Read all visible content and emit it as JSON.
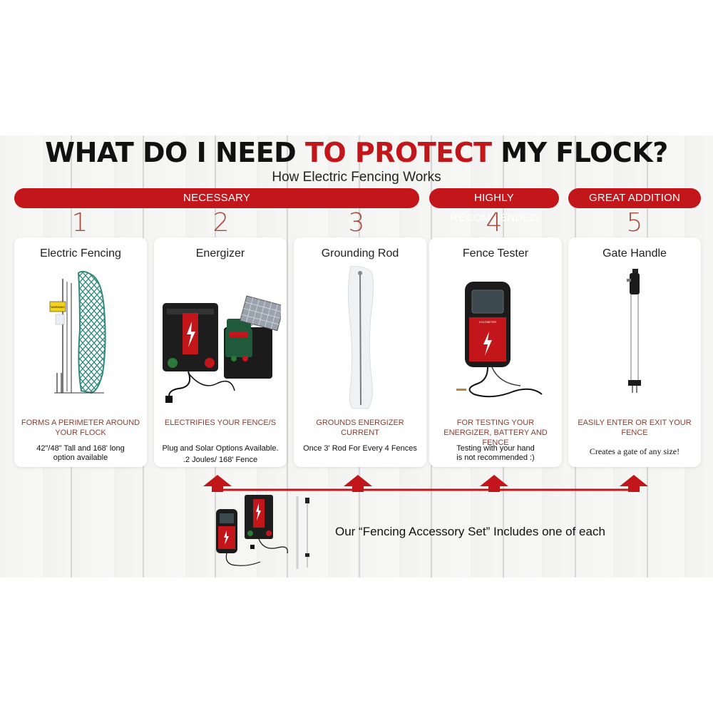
{
  "title": {
    "part1": "WHAT DO I NEED",
    "part2": "TO PROTECT",
    "part3": "MY FLOCK?"
  },
  "subtitle": "How Electric Fencing Works",
  "banners": {
    "necessary": "NECESSARY",
    "highly_recommended": "HIGHLY RECOMMENDED",
    "great_addition": "GREAT ADDITION"
  },
  "items": [
    {
      "number": "1",
      "title": "Electric Fencing",
      "caption": "FORMS A PERIMETER AROUND YOUR FLOCK",
      "desc1": "42\"/48\" Tall and 168' long",
      "desc2": "option available",
      "icon": "electric-netting-icon"
    },
    {
      "number": "2",
      "title": "Energizer",
      "caption": "ELECTRIFIES YOUR FENCE/S",
      "desc1": "Plug and Solar Options Available.",
      "desc2": ".2 Joules/ 168' Fence",
      "icon": "energizer-icon"
    },
    {
      "number": "3",
      "title": "Grounding Rod",
      "caption": "GROUNDS ENERGIZER CURRENT",
      "desc1": "Once 3' Rod For Every 4 Fences",
      "desc2": "",
      "icon": "grounding-rod-icon"
    },
    {
      "number": "4",
      "title": "Fence Tester",
      "caption": "FOR TESTING YOUR ENERGIZER, BATTERY AND FENCE",
      "desc1": "Testing with your hand",
      "desc2": "is not recommended :)",
      "icon": "fence-tester-icon"
    },
    {
      "number": "5",
      "title": "Gate Handle",
      "caption": "EASILY ENTER OR EXIT YOUR FENCE",
      "desc1": "Creates a gate of any size!",
      "desc2": "",
      "icon": "gate-handle-icon"
    }
  ],
  "footer": "Our “Fencing Accessory Set” Includes one of each",
  "colors": {
    "accent": "#c3161b",
    "number": "#a9493b",
    "caption": "#8a3b2e"
  }
}
